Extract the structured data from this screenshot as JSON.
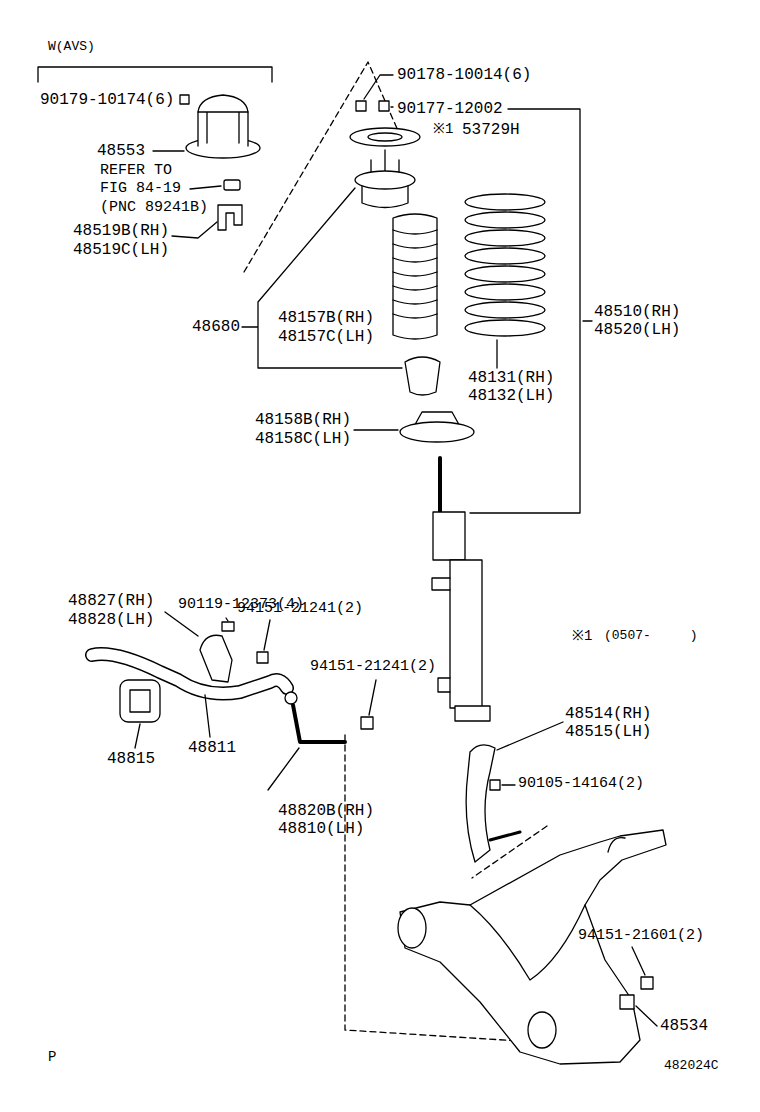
{
  "diagram": {
    "labels": [
      "W(AVS)",
      "90179-10174(6)",
      "48553",
      "REFER TO",
      "FIG 84-19",
      "(PNC 89241B)",
      "48519B(RH)",
      "48519C(LH)",
      "90178-10014(6)",
      "90177-12002",
      "※1",
      "53729H",
      "48157B(RH)",
      "48157C(LH)",
      "48680",
      "48510(RH)",
      "48520(LH)",
      "48131(RH)",
      "48132(LH)",
      "48158B(RH)",
      "48158C(LH)",
      "90119-12373(4)",
      "48827(RH)",
      "48828(LH)",
      "94151-21241(2)",
      "94151-21241(2)",
      "48815",
      "48811",
      "48820B(RH)",
      "48810(LH)",
      "※1",
      "(0507-     )",
      "48514(RH)",
      "48515(LH)",
      "90105-14164(2)",
      "94151-21601(2)",
      "48534",
      "P",
      "482024C"
    ]
  }
}
